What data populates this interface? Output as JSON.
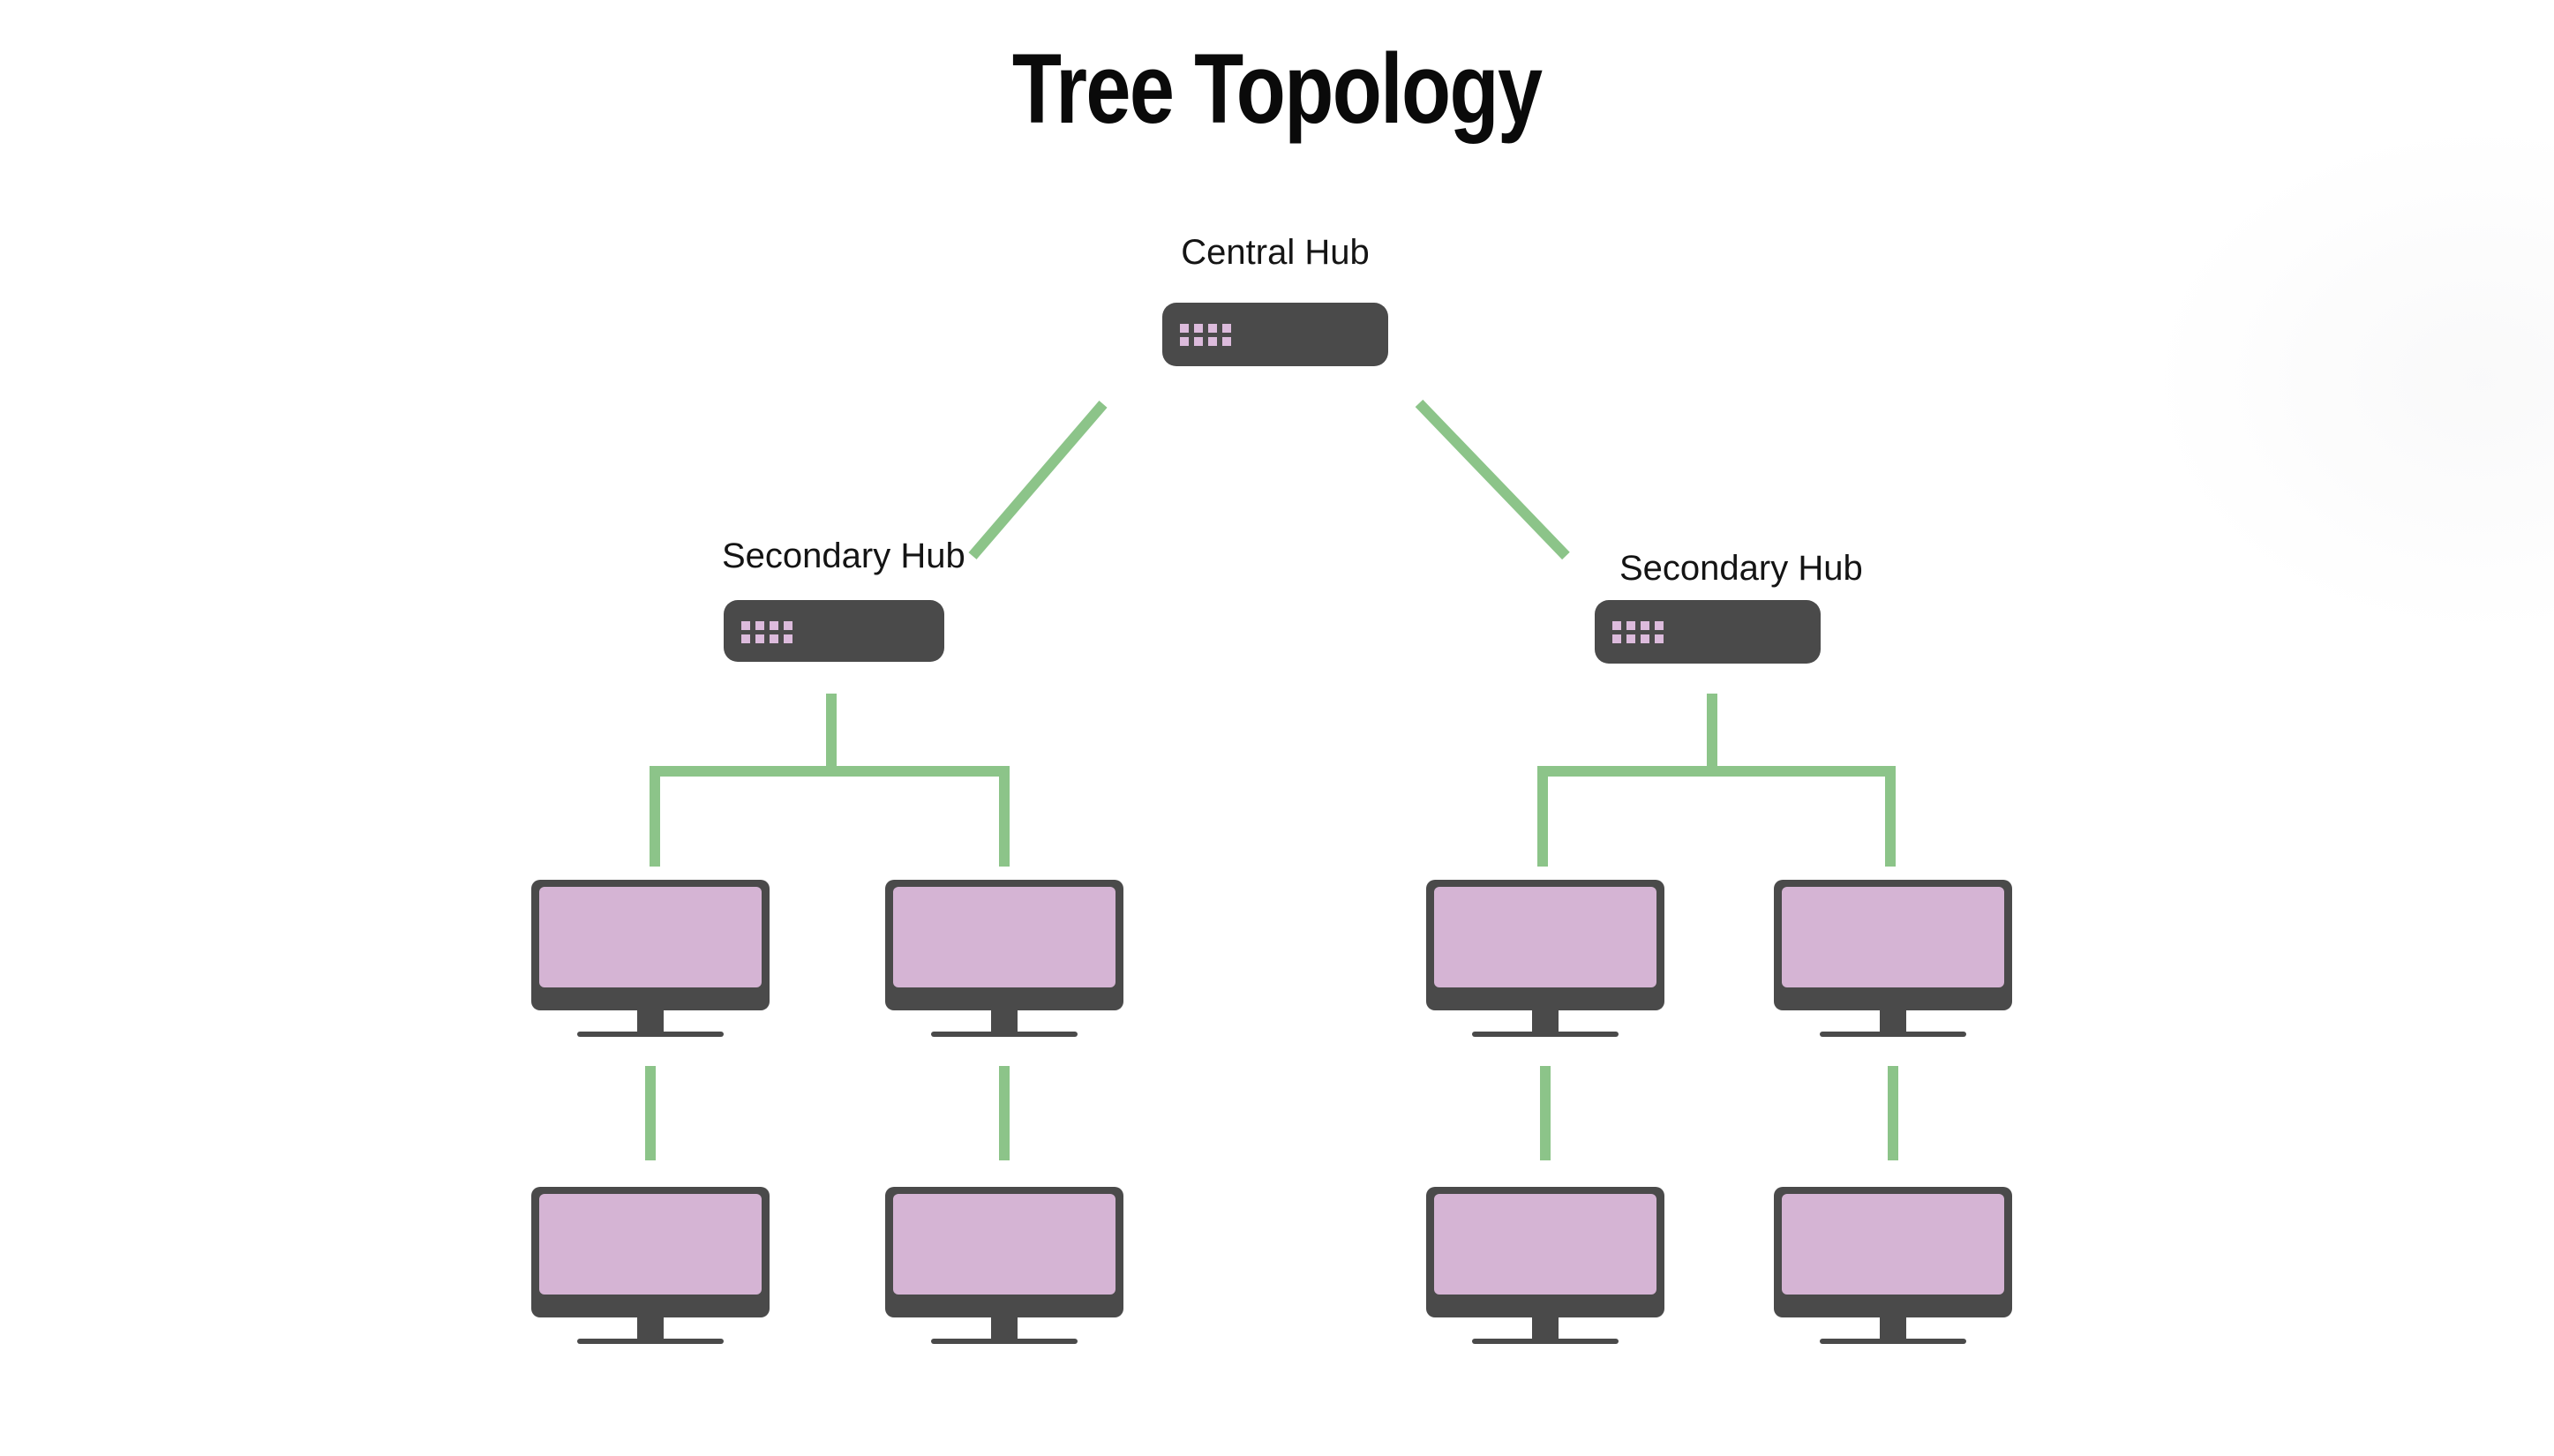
{
  "diagram": {
    "title": "Tree Topology",
    "central_hub": {
      "label": "Central Hub",
      "type": "hub",
      "port_count": 8
    },
    "secondary_hubs": [
      {
        "label": "Secondary Hub",
        "side": "left",
        "port_count": 8,
        "child_computers": 2,
        "grandchild_computers": 2
      },
      {
        "label": "Secondary Hub",
        "side": "right",
        "port_count": 8,
        "child_computers": 2,
        "grandchild_computers": 2
      }
    ],
    "total_computers": 8,
    "icons": [
      "hub-ports-icon",
      "monitor-icon"
    ],
    "colors": {
      "background": "#ffffff",
      "device_body": "#4a4a4a",
      "monitor_screen": "#d5b4d4",
      "hub_ports": "#dcbbdc",
      "connection_line": "#8cc489",
      "text": "#0a0a0a"
    }
  }
}
